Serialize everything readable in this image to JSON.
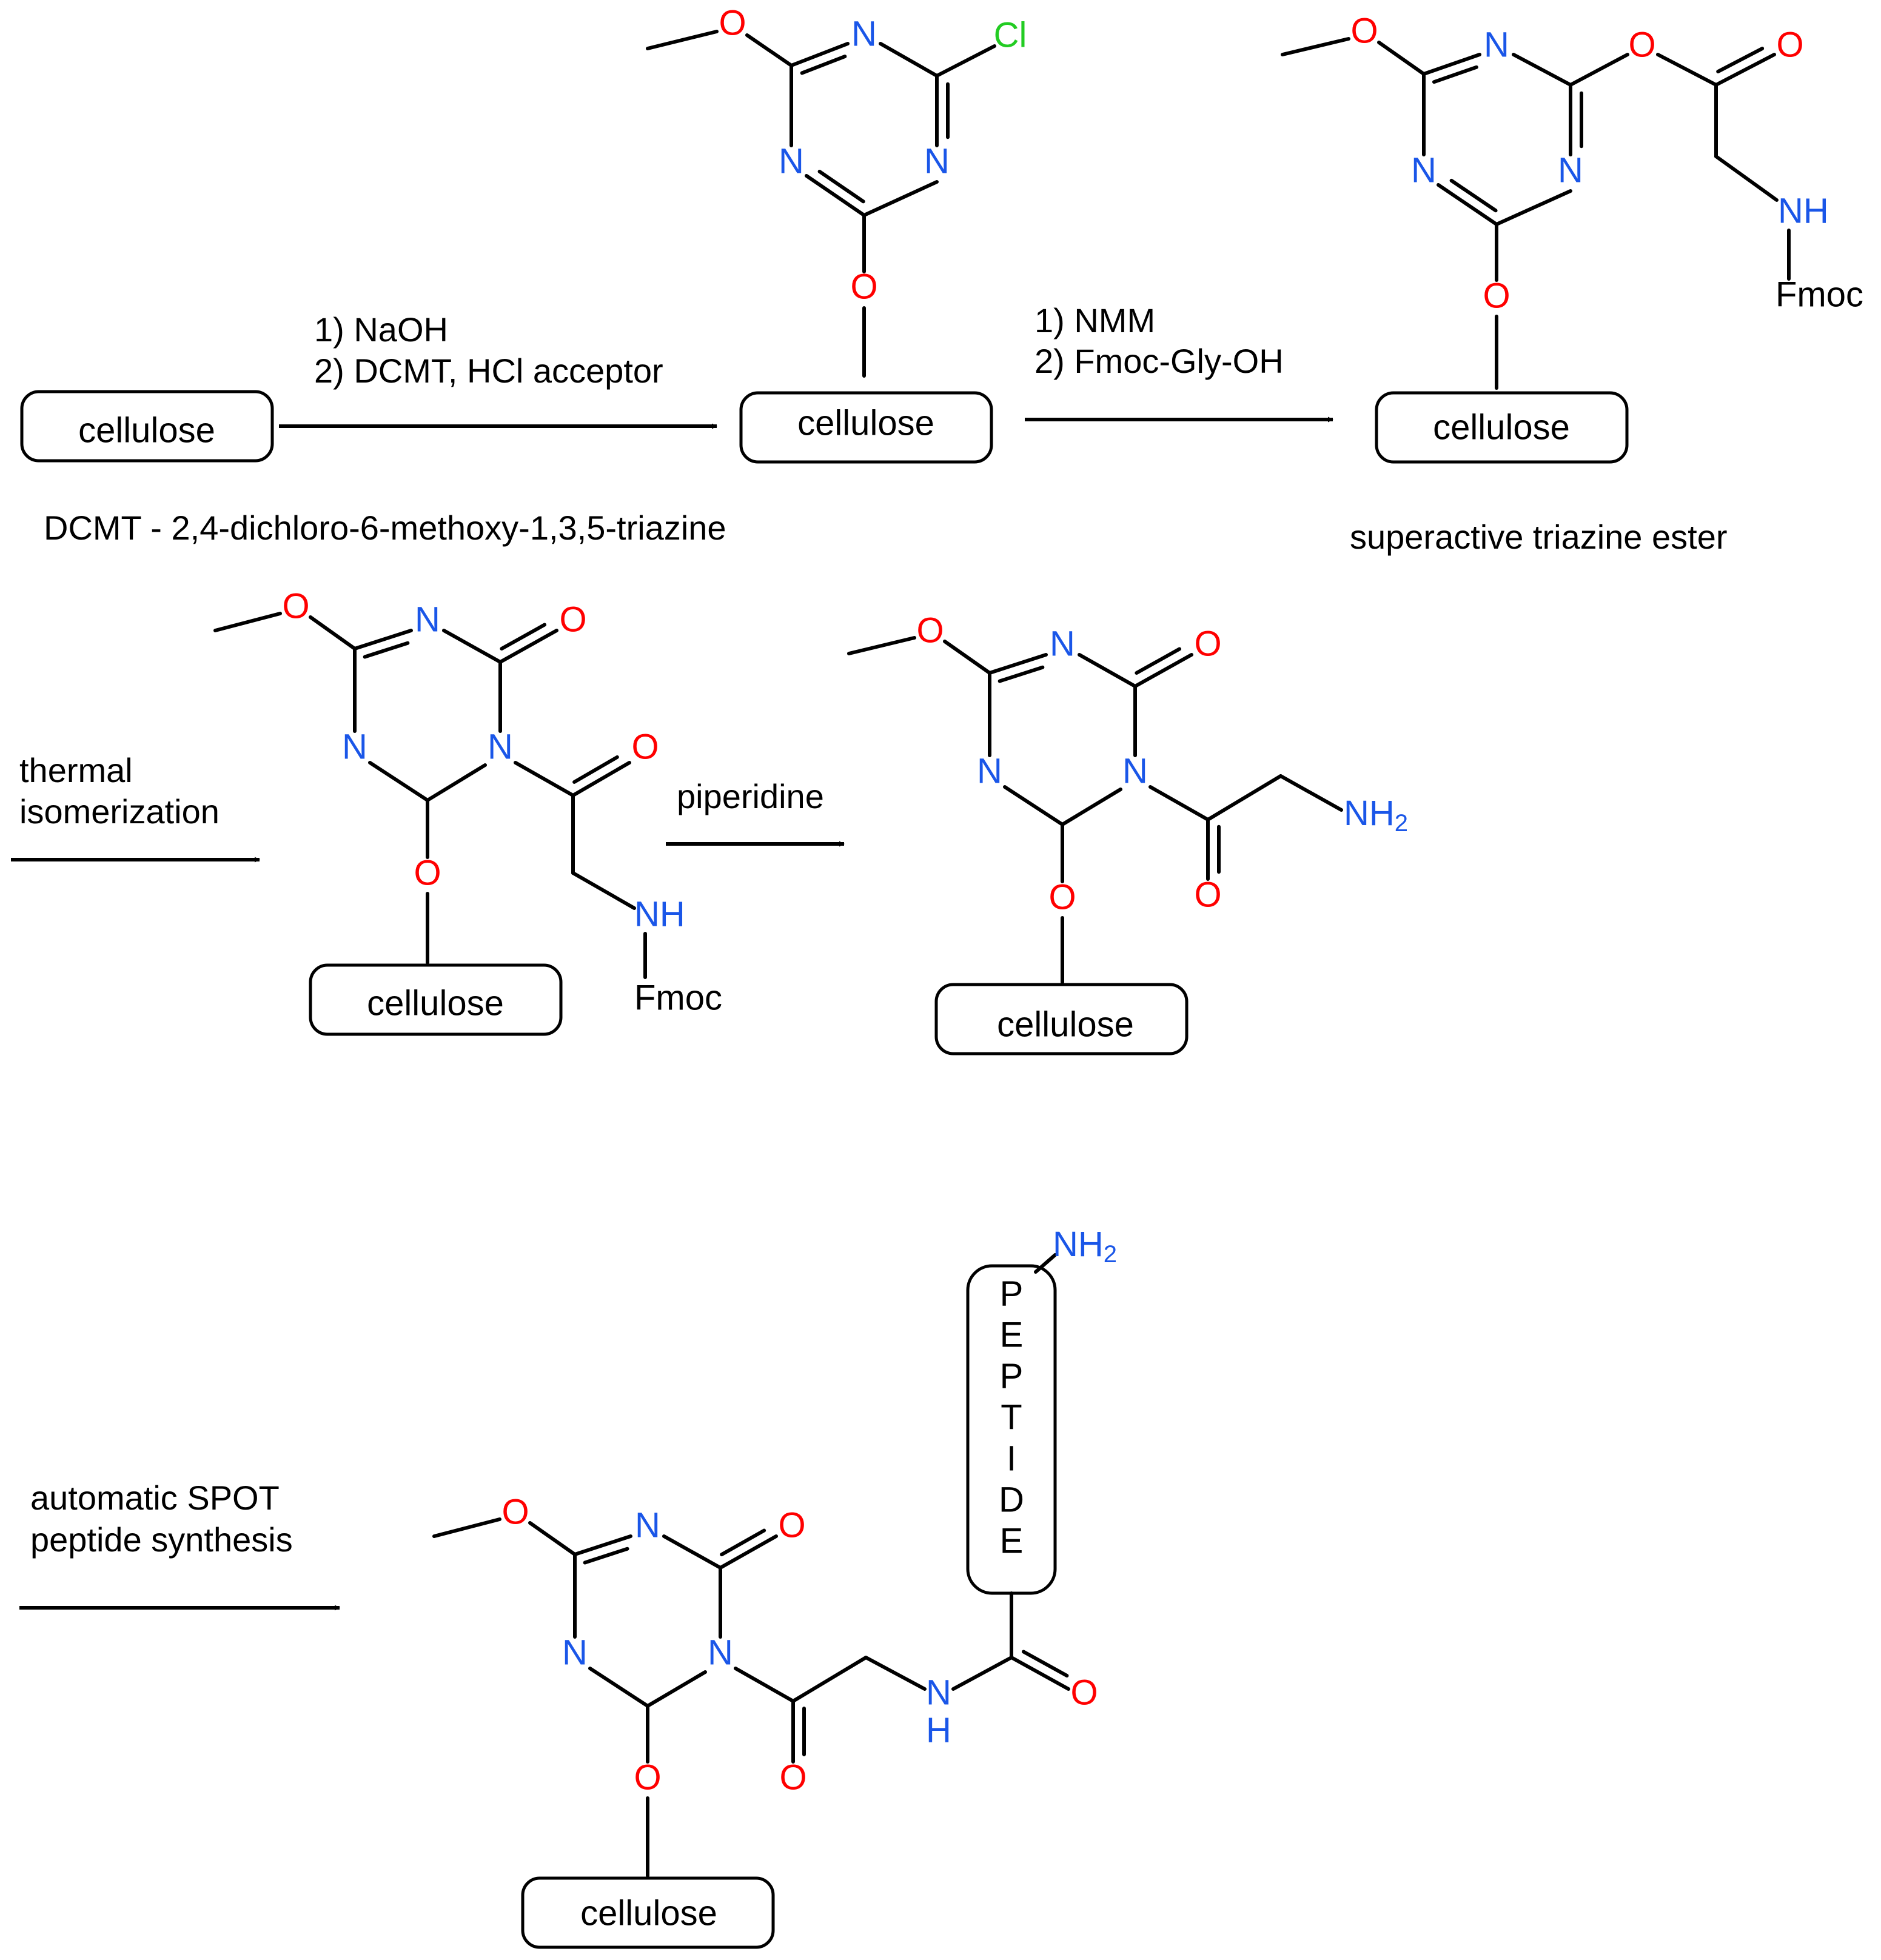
{
  "colors": {
    "bond": "#000000",
    "nitrogen": "#1a56e8",
    "oxygen": "#ff0000",
    "chlorine": "#22cc22",
    "text": "#000000"
  },
  "atoms": {
    "N": "N",
    "O": "O",
    "Cl": "Cl",
    "NH": "NH",
    "H": "H",
    "NH2_main": "NH",
    "NH2_sub": "2",
    "Fmoc": "Fmoc"
  },
  "labels": {
    "support": "cellulose",
    "peptide_letters": [
      "P",
      "E",
      "P",
      "T",
      "I",
      "D",
      "E"
    ]
  },
  "steps": {
    "step1": {
      "line1": "1) NaOH",
      "line2": "2) DCMT, HCl acceptor"
    },
    "step2": {
      "line1": "1) NMM",
      "line2": "2) Fmoc-Gly-OH"
    },
    "step3": {
      "line1": "thermal",
      "line2": "isomerization"
    },
    "step4": {
      "line1": "piperidine"
    },
    "step5": {
      "line1": "automatic SPOT",
      "line2": "peptide synthesis"
    }
  },
  "captions": {
    "dcmt": "DCMT - 2,4-dichloro-6-methoxy-1,3,5-triazine",
    "ester": "superactive triazine ester"
  }
}
